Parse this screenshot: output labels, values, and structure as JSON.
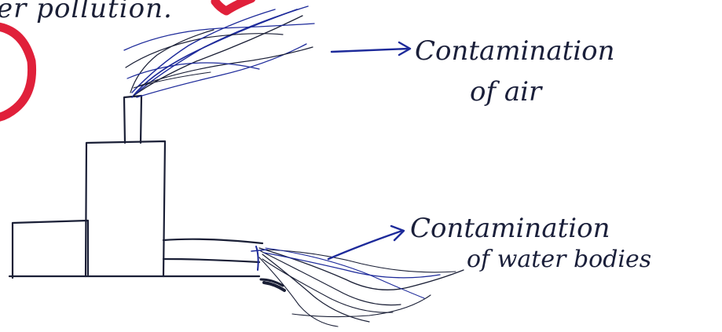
{
  "header": {
    "partial_text": "er pollution."
  },
  "labels": {
    "air_line1": "Contamination",
    "air_line2": "of air",
    "water_line1": "Contamination",
    "water_line2": "of water bodies"
  },
  "colors": {
    "ink": "#1a1f36",
    "blue_ink": "#1d2a9a",
    "red_mark": "#e0203a",
    "background": "#ffffff"
  }
}
